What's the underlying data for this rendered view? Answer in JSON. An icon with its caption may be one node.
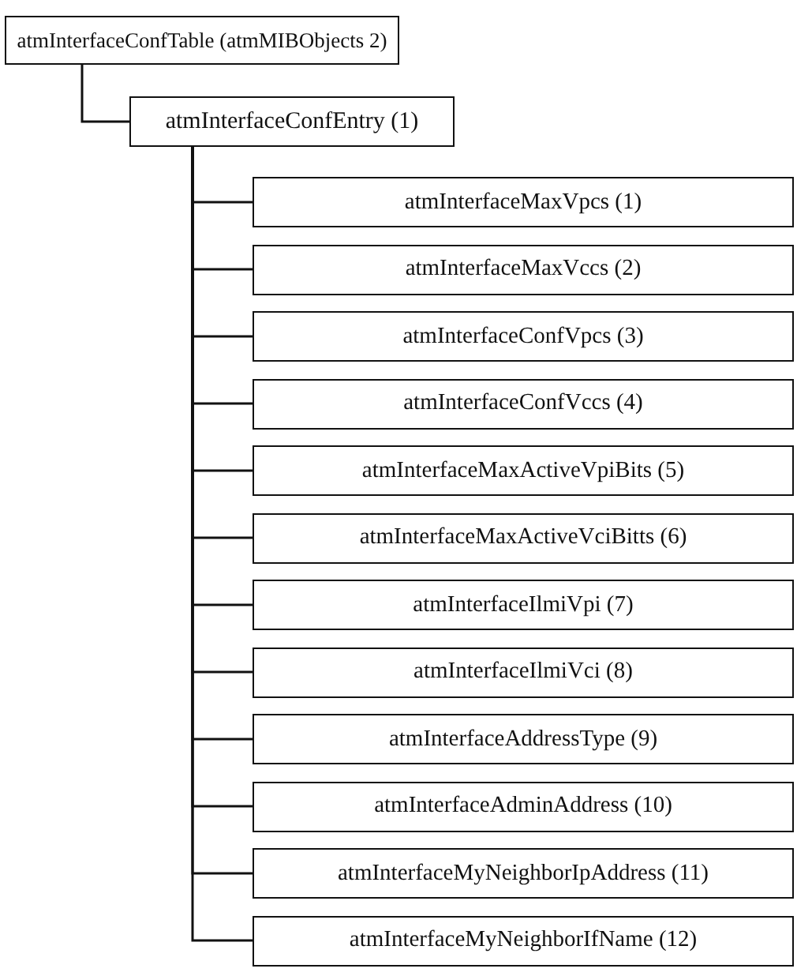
{
  "diagram": {
    "nodes": [
      {
        "text": [
          "atmInterfaceConfTable (atmMIBObjects 2)"
        ]
      },
      {
        "text": [
          "atmInterfaceConfEntry (1)"
        ]
      },
      {
        "text": [
          "atmInterfaceMaxVpcs (1)"
        ]
      },
      {
        "text": [
          "atmInterfaceMaxVccs (2)"
        ]
      },
      {
        "text": [
          "atmInterfaceConfVpcs (3)"
        ]
      },
      {
        "text": [
          "atmInterfaceConfVccs (4)"
        ]
      },
      {
        "text": [
          "atmInterfaceMaxActiveVpiBits (5)"
        ]
      },
      {
        "text": [
          "atmInterfaceMaxActiveVciBitts (6)"
        ]
      },
      {
        "text": [
          "atmInterfaceIlmiVpi (7)"
        ]
      },
      {
        "text": [
          "atmInterfaceIlmiVci (8)"
        ]
      },
      {
        "text": [
          "atmInterfaceAddressType (9)"
        ]
      },
      {
        "text": [
          "atmInterfaceAdminAddress (10)"
        ]
      },
      {
        "text": [
          "atmInterfaceMyNeighborIpAddress (11)"
        ]
      },
      {
        "text": [
          "atmInterfaceMyNeighborIfName (12)"
        ]
      }
    ],
    "edges": [
      {
        "from": 0,
        "to": 1,
        "arrow": "none"
      },
      {
        "from": 1,
        "to": 2,
        "arrow": "none"
      },
      {
        "from": 1,
        "to": 3,
        "arrow": "none"
      },
      {
        "from": 1,
        "to": 4,
        "arrow": "none"
      },
      {
        "from": 1,
        "to": 5,
        "arrow": "none"
      },
      {
        "from": 1,
        "to": 6,
        "arrow": "none"
      },
      {
        "from": 1,
        "to": 7,
        "arrow": "none"
      },
      {
        "from": 1,
        "to": 8,
        "arrow": "none"
      },
      {
        "from": 1,
        "to": 9,
        "arrow": "none"
      },
      {
        "from": 1,
        "to": 10,
        "arrow": "none"
      },
      {
        "from": 1,
        "to": 11,
        "arrow": "none"
      },
      {
        "from": 1,
        "to": 12,
        "arrow": "none"
      },
      {
        "from": 1,
        "to": 13,
        "arrow": "none"
      }
    ]
  }
}
